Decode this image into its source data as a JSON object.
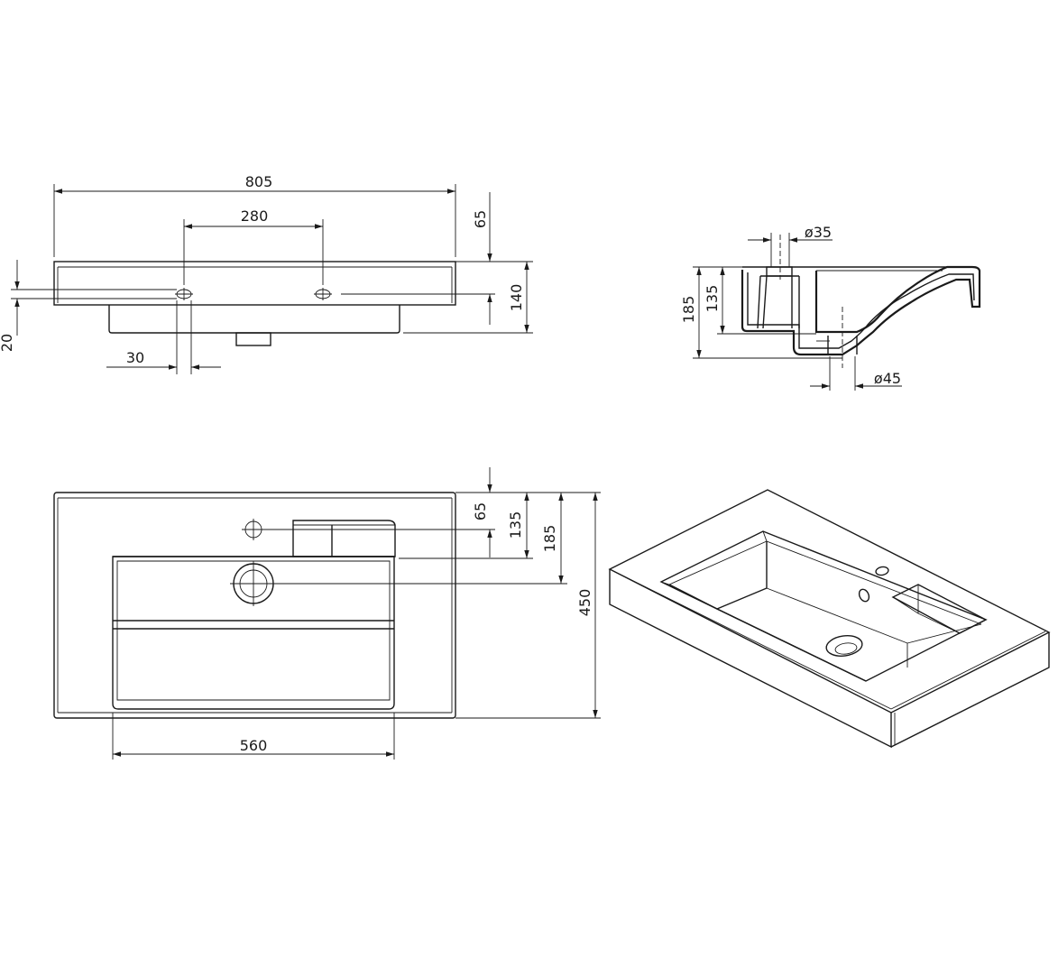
{
  "drawing": {
    "front_view": {
      "overall_width": "805",
      "tap_hole_spacing": "280",
      "hole_offset": "30",
      "overflow_height": "20",
      "top_depth": "65",
      "overall_height": "140"
    },
    "section_view": {
      "tap_hole_diameter": "ø35",
      "drain_diameter": "ø45",
      "overall_height": "185",
      "basin_depth": "135"
    },
    "top_view": {
      "top_offset": "65",
      "second_offset": "135",
      "drain_offset": "185",
      "overall_depth": "450",
      "basin_width": "560"
    }
  },
  "colors": {
    "line": "#1a1a1a",
    "background": "#ffffff"
  }
}
